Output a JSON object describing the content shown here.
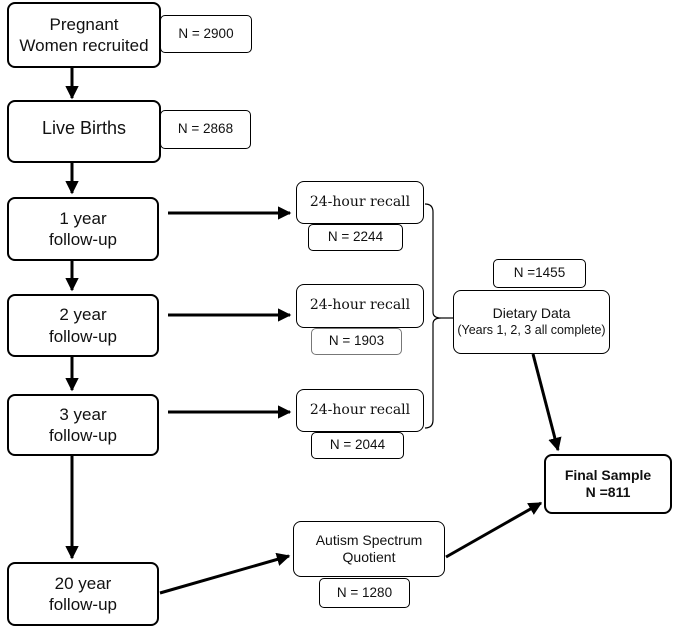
{
  "nodes": {
    "recruited": {
      "line1": "Pregnant",
      "line2": "Women recruited",
      "n": "N = 2900"
    },
    "births": {
      "label": "Live Births",
      "n": "N = 2868"
    },
    "y1": {
      "line1": "1 year",
      "line2": "follow-up"
    },
    "y2": {
      "line1": "2 year",
      "line2": "follow-up"
    },
    "y3": {
      "line1": "3 year",
      "line2": "follow-up"
    },
    "y20": {
      "line1": "20 year",
      "line2": "follow-up"
    },
    "recall1": {
      "label": "24-hour recall",
      "n": "N = 2244"
    },
    "recall2": {
      "label": "24-hour recall",
      "n": "N = 1903"
    },
    "recall3": {
      "label": "24-hour recall",
      "n": "N = 2044"
    },
    "dietary": {
      "line1": "Dietary Data",
      "line2": "(Years 1, 2, 3 all complete)",
      "n": "N =1455"
    },
    "aq": {
      "line1": "Autism Spectrum",
      "line2": "Quotient",
      "n": "N = 1280"
    },
    "final": {
      "line1": "Final Sample",
      "line2": "N =811"
    }
  },
  "colors": {
    "stroke": "#000000",
    "background": "#ffffff"
  }
}
